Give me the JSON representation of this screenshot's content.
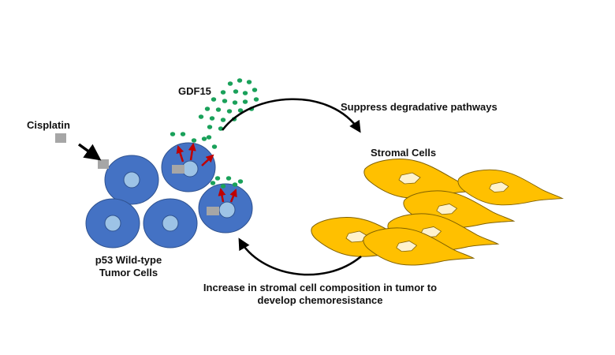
{
  "labels": {
    "gdf15": "GDF15",
    "cisplatin": "Cisplatin",
    "suppress": "Suppress degradative pathways",
    "stromal": "Stromal Cells",
    "tumor_line1": "p53 Wild-type",
    "tumor_line2": "Tumor Cells",
    "increase_line1": "Increase in stromal cell composition in tumor to",
    "increase_line2": "develop chemoresistance"
  },
  "colors": {
    "tumor_cell": "#4472c4",
    "tumor_nucleus": "#9dc3e6",
    "stromal_cell": "#ffc000",
    "stromal_nucleus": "#fff2cc",
    "gdf15_dot": "#1aa15a",
    "cisplatin": "#a6a6a6",
    "secretion_arrow": "#c00000",
    "cycle_arrow": "#000000"
  }
}
